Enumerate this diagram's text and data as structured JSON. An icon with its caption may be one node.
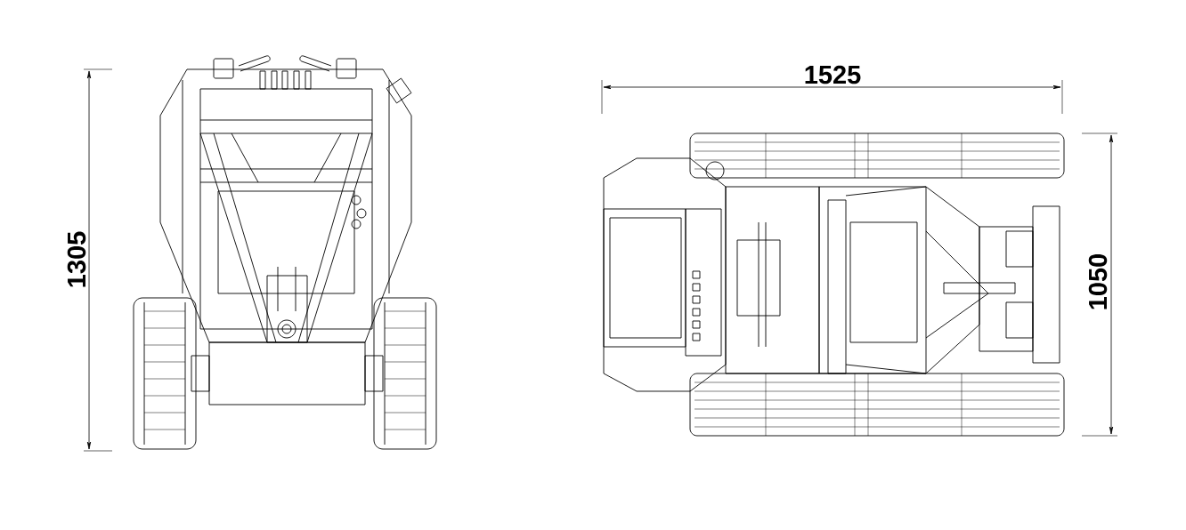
{
  "diagram": {
    "labels": [
      "1305",
      "1525",
      "1050"
    ]
  }
}
